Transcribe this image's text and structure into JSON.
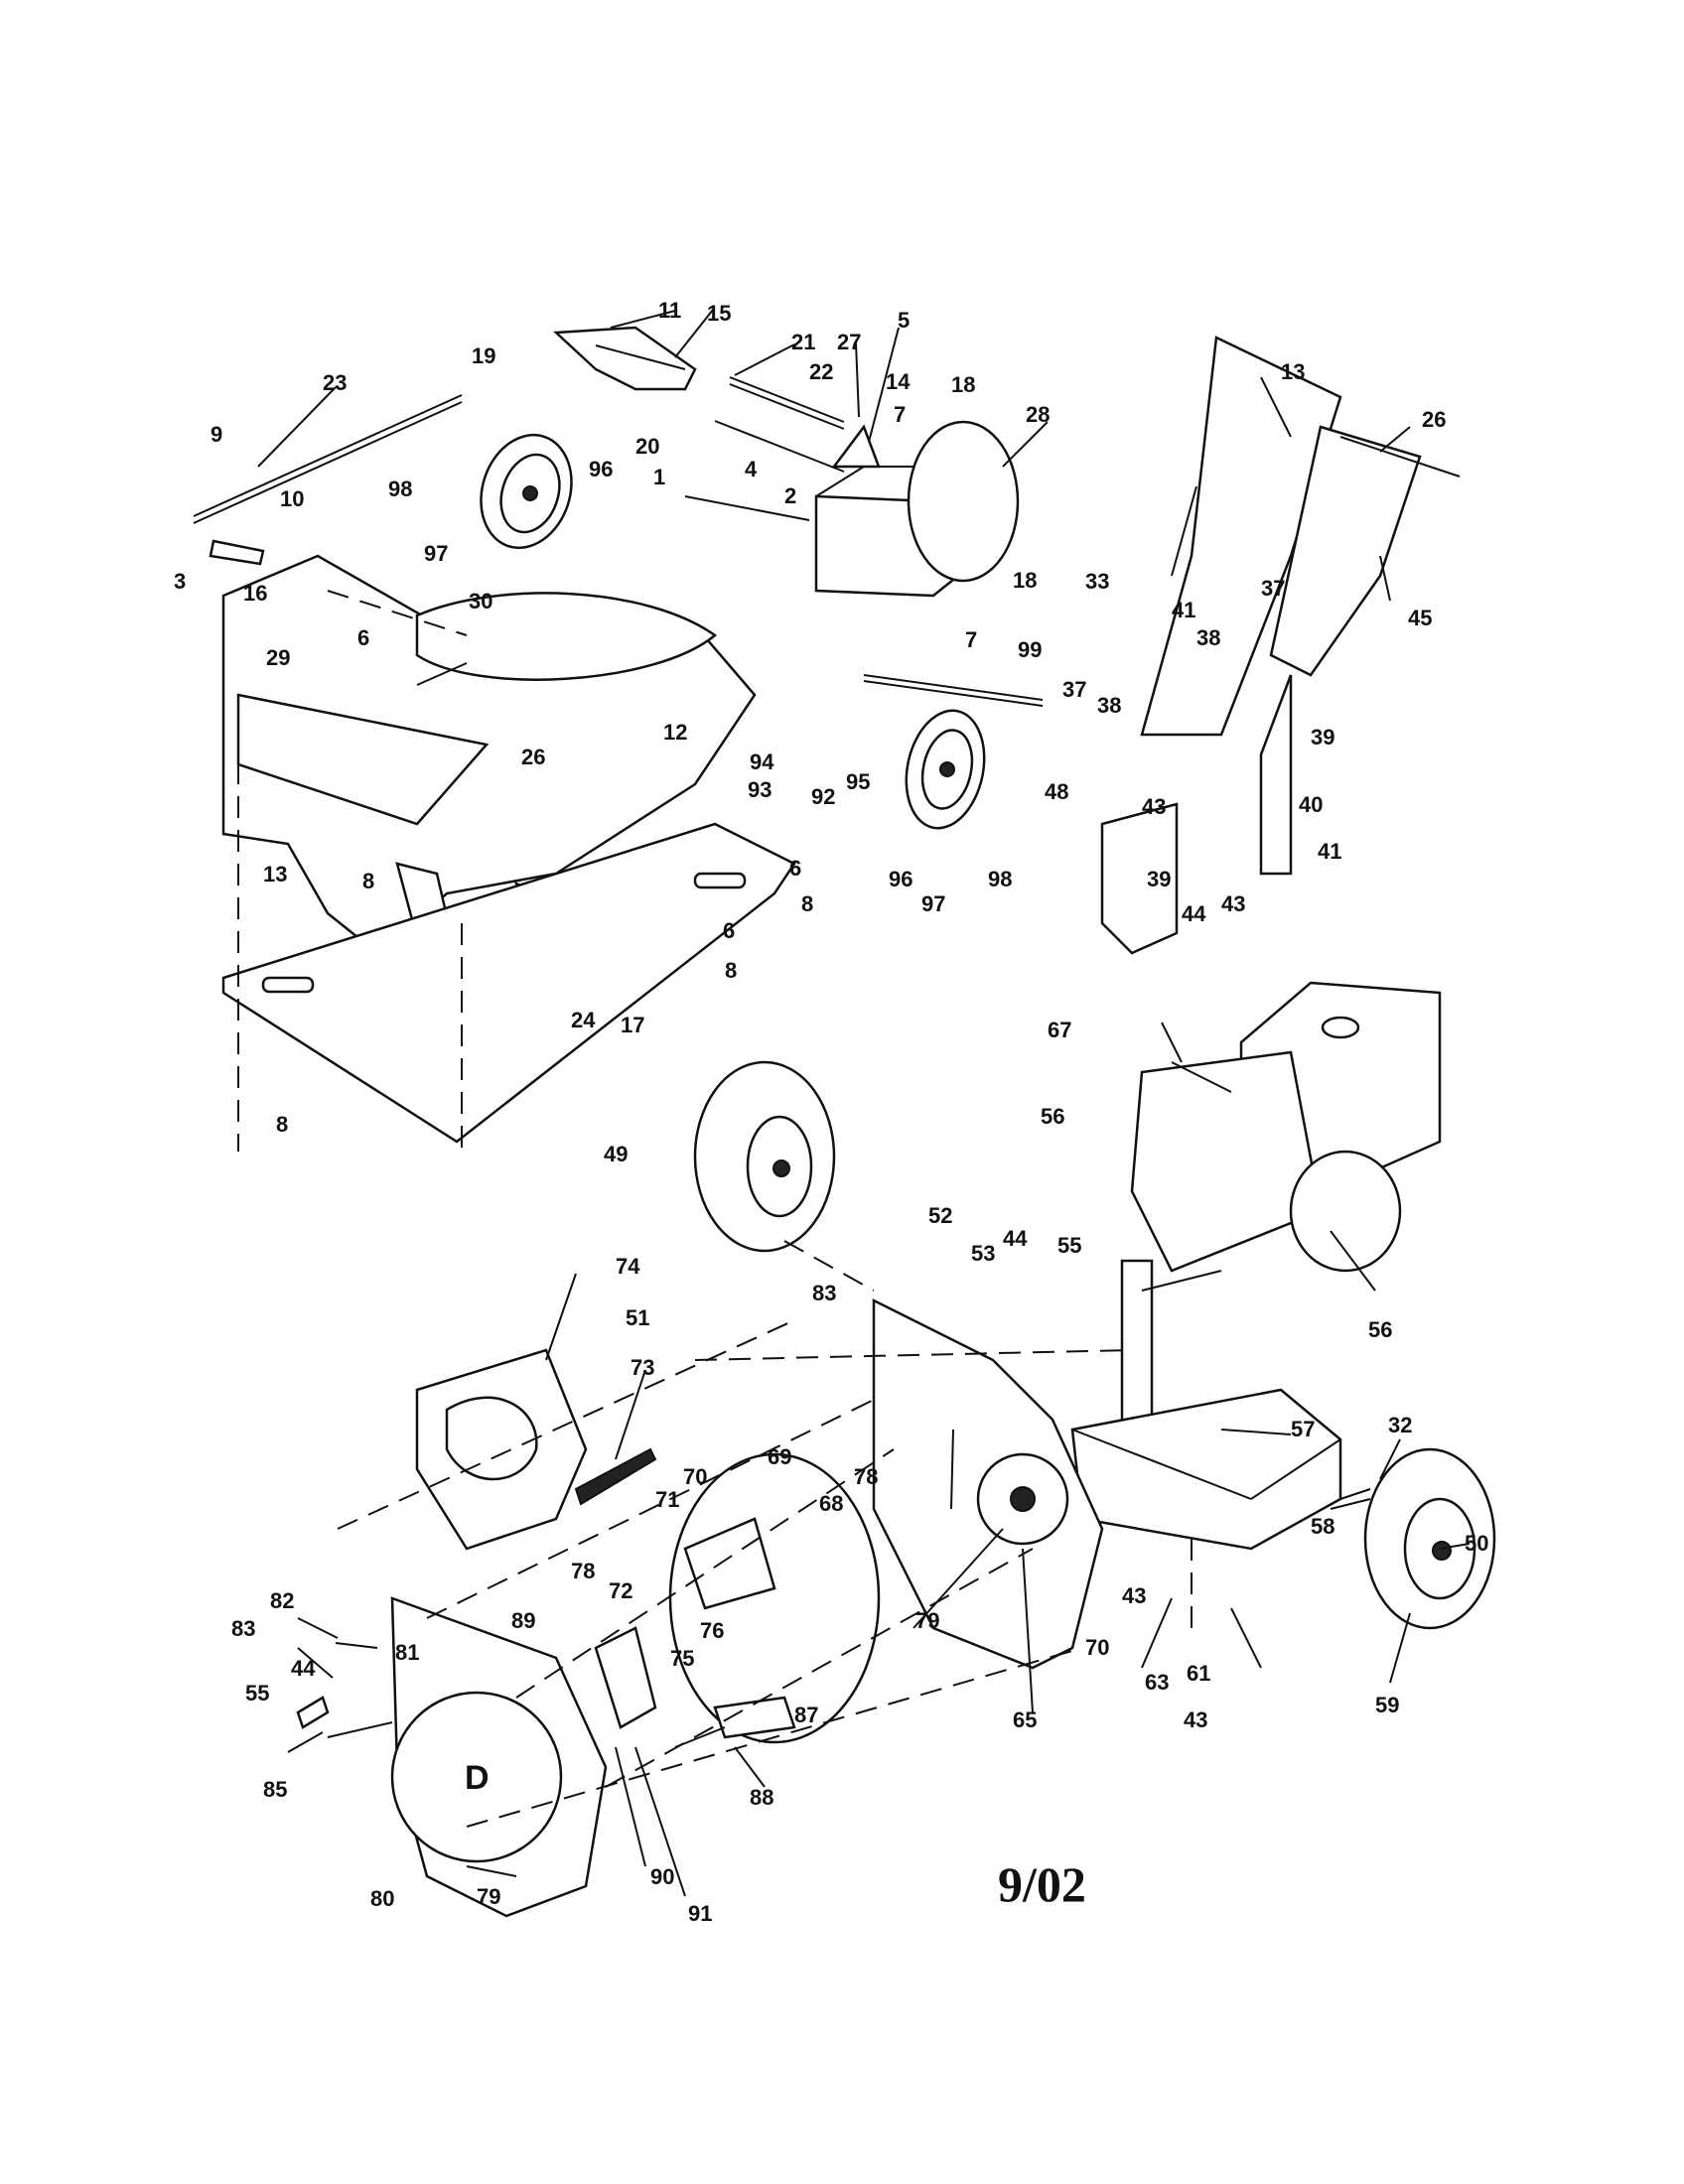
{
  "diagram": {
    "revision_date": "9/02",
    "housing_letter": "D",
    "callouts": [
      {
        "id": "c11",
        "text": "11"
      },
      {
        "id": "c15",
        "text": "15"
      },
      {
        "id": "c21",
        "text": "21"
      },
      {
        "id": "c27",
        "text": "27"
      },
      {
        "id": "c5",
        "text": "5"
      },
      {
        "id": "c22",
        "text": "22"
      },
      {
        "id": "c14",
        "text": "14"
      },
      {
        "id": "c18a",
        "text": "18"
      },
      {
        "id": "c28",
        "text": "28"
      },
      {
        "id": "c13a",
        "text": "13"
      },
      {
        "id": "c26a",
        "text": "26"
      },
      {
        "id": "c19",
        "text": "19"
      },
      {
        "id": "c23",
        "text": "23"
      },
      {
        "id": "c9",
        "text": "9"
      },
      {
        "id": "c20",
        "text": "20"
      },
      {
        "id": "c7a",
        "text": "7"
      },
      {
        "id": "c98a",
        "text": "98"
      },
      {
        "id": "c96a",
        "text": "96"
      },
      {
        "id": "c1",
        "text": "1"
      },
      {
        "id": "c4",
        "text": "4"
      },
      {
        "id": "c10",
        "text": "10"
      },
      {
        "id": "c2",
        "text": "2"
      },
      {
        "id": "c97a",
        "text": "97"
      },
      {
        "id": "c33",
        "text": "33"
      },
      {
        "id": "c3",
        "text": "3"
      },
      {
        "id": "c16",
        "text": "16"
      },
      {
        "id": "c18b",
        "text": "18"
      },
      {
        "id": "c45",
        "text": "45"
      },
      {
        "id": "c37a",
        "text": "37"
      },
      {
        "id": "c30",
        "text": "30"
      },
      {
        "id": "c41a",
        "text": "41"
      },
      {
        "id": "c38a",
        "text": "38"
      },
      {
        "id": "c7b",
        "text": "7"
      },
      {
        "id": "c99",
        "text": "99"
      },
      {
        "id": "c29",
        "text": "29"
      },
      {
        "id": "c6a",
        "text": "6"
      },
      {
        "id": "c37b",
        "text": "37"
      },
      {
        "id": "c38b",
        "text": "38"
      },
      {
        "id": "c39a",
        "text": "39"
      },
      {
        "id": "c12",
        "text": "12"
      },
      {
        "id": "c26b",
        "text": "26"
      },
      {
        "id": "c94",
        "text": "94"
      },
      {
        "id": "c93",
        "text": "93"
      },
      {
        "id": "c92",
        "text": "92"
      },
      {
        "id": "c95",
        "text": "95"
      },
      {
        "id": "c40",
        "text": "40"
      },
      {
        "id": "c48",
        "text": "48"
      },
      {
        "id": "c43a",
        "text": "43"
      },
      {
        "id": "c41b",
        "text": "41"
      },
      {
        "id": "c13b",
        "text": "13"
      },
      {
        "id": "c8a",
        "text": "8"
      },
      {
        "id": "c6b",
        "text": "6"
      },
      {
        "id": "c96b",
        "text": "96"
      },
      {
        "id": "c97b",
        "text": "97"
      },
      {
        "id": "c98b",
        "text": "98"
      },
      {
        "id": "c39b",
        "text": "39"
      },
      {
        "id": "c8b",
        "text": "8"
      },
      {
        "id": "c43b",
        "text": "43"
      },
      {
        "id": "c6c",
        "text": "6"
      },
      {
        "id": "c44a",
        "text": "44"
      },
      {
        "id": "c8c",
        "text": "8"
      },
      {
        "id": "c24",
        "text": "24"
      },
      {
        "id": "c17",
        "text": "17"
      },
      {
        "id": "c67",
        "text": "67"
      },
      {
        "id": "c8d",
        "text": "8"
      },
      {
        "id": "c49",
        "text": "49"
      },
      {
        "id": "c56a",
        "text": "56"
      },
      {
        "id": "c52",
        "text": "52"
      },
      {
        "id": "c74",
        "text": "74"
      },
      {
        "id": "c53",
        "text": "53"
      },
      {
        "id": "c44b",
        "text": "44"
      },
      {
        "id": "c55a",
        "text": "55"
      },
      {
        "id": "c83a",
        "text": "83"
      },
      {
        "id": "c51",
        "text": "51"
      },
      {
        "id": "c56b",
        "text": "56"
      },
      {
        "id": "c73",
        "text": "73"
      },
      {
        "id": "c57",
        "text": "57"
      },
      {
        "id": "c32",
        "text": "32"
      },
      {
        "id": "c69",
        "text": "69"
      },
      {
        "id": "c70a",
        "text": "70"
      },
      {
        "id": "c78a",
        "text": "78"
      },
      {
        "id": "c68",
        "text": "68"
      },
      {
        "id": "c71",
        "text": "71"
      },
      {
        "id": "c58",
        "text": "58"
      },
      {
        "id": "c50",
        "text": "50"
      },
      {
        "id": "c79a",
        "text": "79"
      },
      {
        "id": "c43c",
        "text": "43"
      },
      {
        "id": "c70b",
        "text": "70"
      },
      {
        "id": "c78b",
        "text": "78"
      },
      {
        "id": "c72",
        "text": "72"
      },
      {
        "id": "c82",
        "text": "82"
      },
      {
        "id": "c89",
        "text": "89"
      },
      {
        "id": "c81",
        "text": "81"
      },
      {
        "id": "c61",
        "text": "61"
      },
      {
        "id": "c83b",
        "text": "83"
      },
      {
        "id": "c76",
        "text": "76"
      },
      {
        "id": "c75",
        "text": "75"
      },
      {
        "id": "c63",
        "text": "63"
      },
      {
        "id": "c44c",
        "text": "44"
      },
      {
        "id": "c55b",
        "text": "55"
      },
      {
        "id": "c87",
        "text": "87"
      },
      {
        "id": "c65",
        "text": "65"
      },
      {
        "id": "c43d",
        "text": "43"
      },
      {
        "id": "c59",
        "text": "59"
      },
      {
        "id": "c85",
        "text": "85"
      },
      {
        "id": "c88",
        "text": "88"
      },
      {
        "id": "c90",
        "text": "90"
      },
      {
        "id": "c80",
        "text": "80"
      },
      {
        "id": "c79b",
        "text": "79"
      },
      {
        "id": "c91",
        "text": "91"
      }
    ]
  }
}
